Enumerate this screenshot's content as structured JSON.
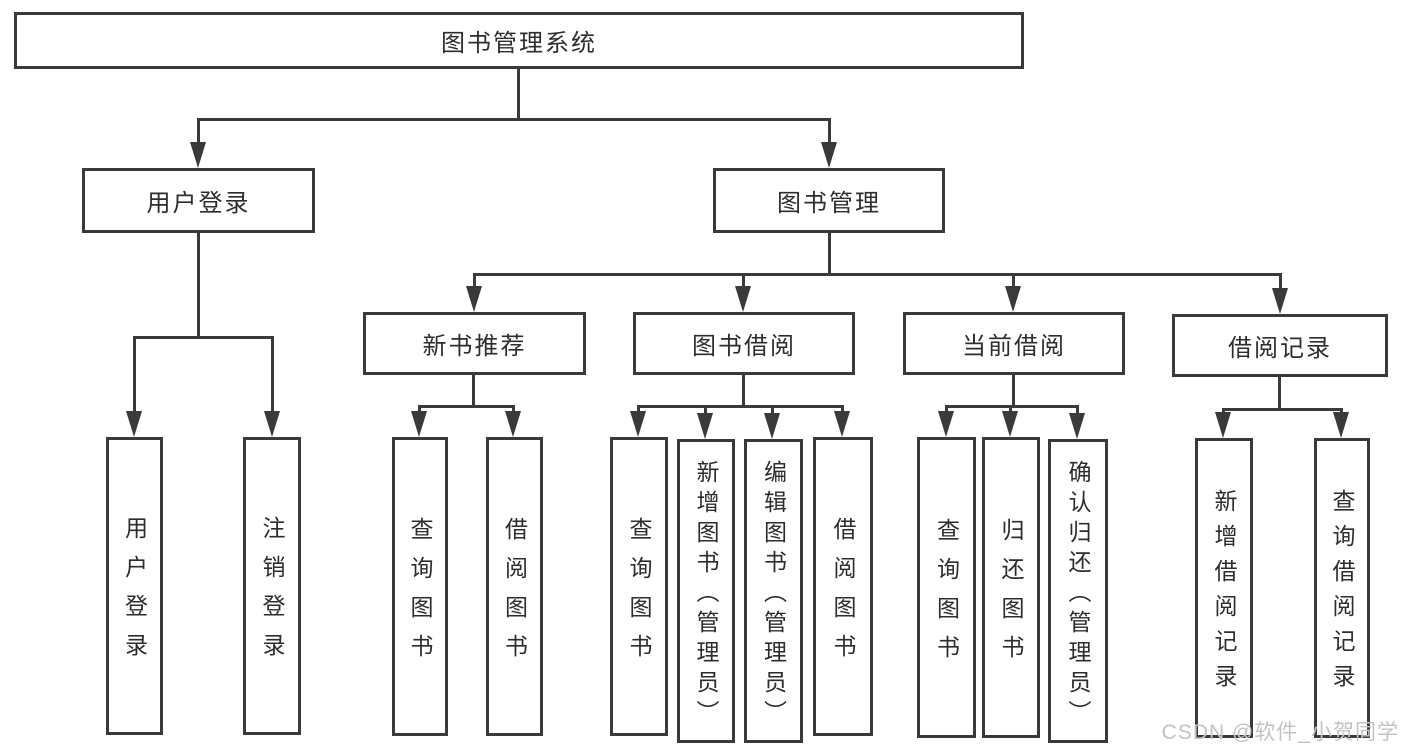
{
  "diagram": {
    "root": "图书管理系统",
    "level2": {
      "user_login": "用户登录",
      "book_management": "图书管理"
    },
    "level3": {
      "new_books": "新书推荐",
      "book_borrow": "图书借阅",
      "current_borrow": "当前借阅",
      "borrow_records": "借阅记录"
    },
    "leaves": {
      "login": [
        "用户登录",
        "注销登录"
      ],
      "new_books": [
        "查询图书",
        "借阅图书"
      ],
      "book_borrow": [
        "查询图书",
        "新增图书（管理员）",
        "编辑图书（管理员）",
        "借阅图书"
      ],
      "current_borrow": [
        "查询图书",
        "归还图书",
        "确认归还（管理员）"
      ],
      "borrow_records": [
        "新增借阅记录",
        "查询借阅记录"
      ]
    }
  },
  "watermark": "CSDN @软件_小贺同学",
  "colors": {
    "line": "#3a3a3a",
    "text": "#2d2d2d",
    "watermark": "#c3c3c3",
    "background": "#ffffff"
  }
}
